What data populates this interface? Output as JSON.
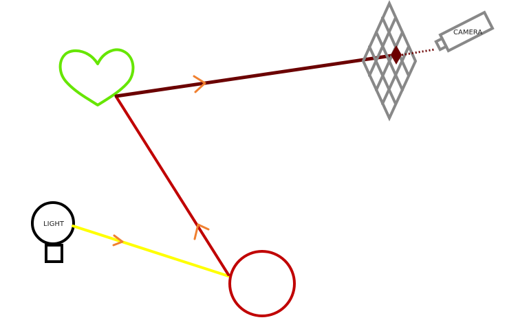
{
  "labels": {
    "light": "LIGHT",
    "camera": "CAMERA"
  },
  "colors": {
    "background": "#ffffff",
    "light_outline": "#000000",
    "light_ray": "#ffff00",
    "bounce_ray": "#c00000",
    "camera_ray": "#6b0000",
    "arrow_heads": "#f08030",
    "heart": "#66e600",
    "sphere": "#c00000",
    "grid": "#888888",
    "grid_hit_cell": "#6b0000",
    "camera_body": "#888888"
  },
  "icons": {
    "light_source": "light-bulb-icon",
    "camera": "camera-icon",
    "heart_object": "heart-shape",
    "sphere_object": "circle-shape",
    "image_plane": "pixel-grid"
  }
}
